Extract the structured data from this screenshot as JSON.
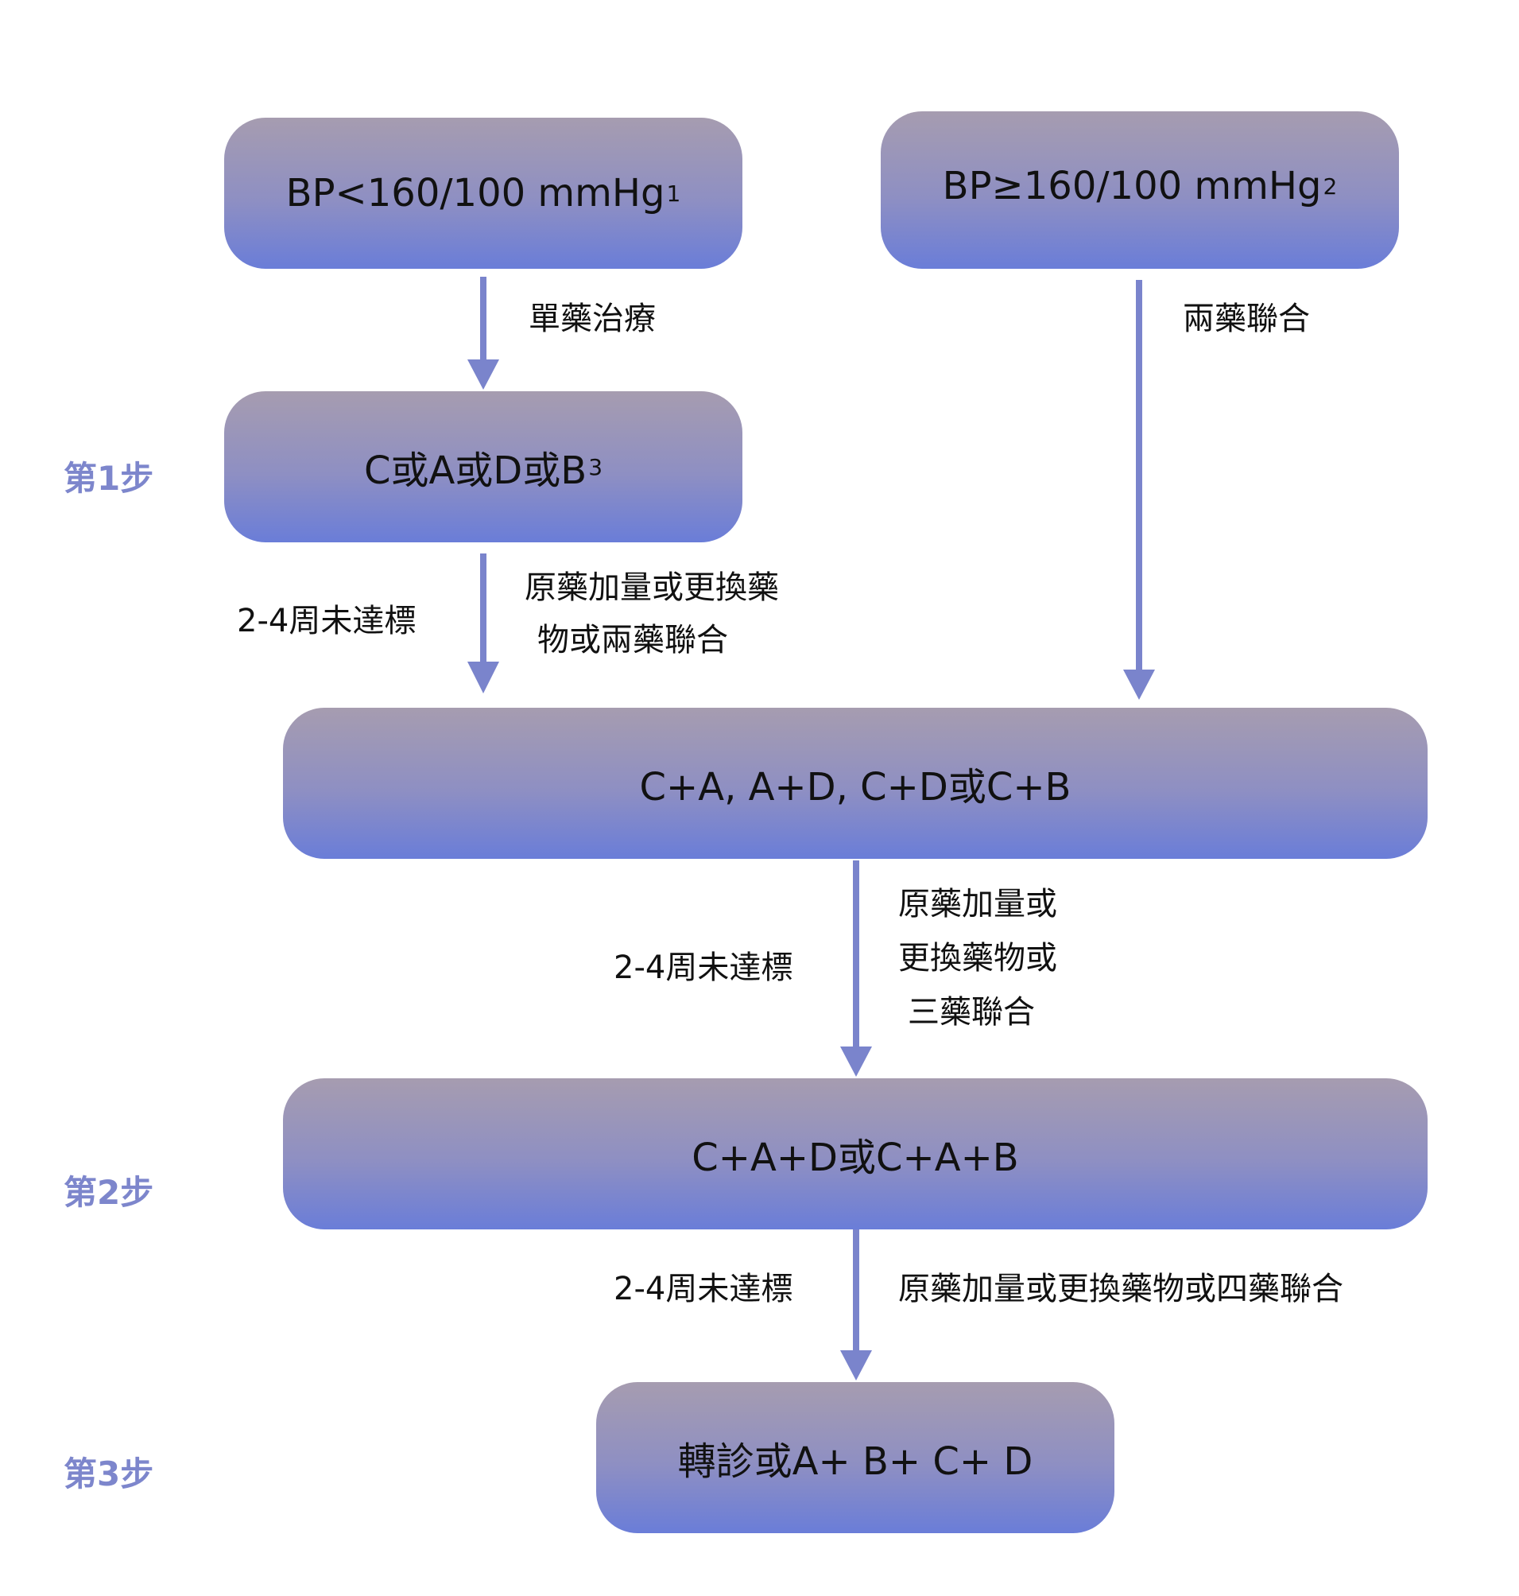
{
  "boxes": {
    "bp_low": {
      "text": "BP<160/100 mmHg",
      "sup": "1"
    },
    "bp_high": {
      "text": "BP≥160/100 mmHg",
      "sup": "2"
    },
    "step1_drug": {
      "text": "C或A或D或B",
      "sup": "3"
    },
    "two_drug": {
      "text": "C+A, A+D, C+D或C+B"
    },
    "three_drug": {
      "text": "C+A+D或C+A+B"
    },
    "referral": {
      "text": "轉診或A+ B+ C+ D"
    }
  },
  "labels": {
    "monotherapy": "單藥治療",
    "dual_combo": "兩藥聯合",
    "not_reached_1": "2-4周未達標",
    "adjust_1_line1": "原藥加量或更換藥",
    "adjust_1_line2": "物或兩藥聯合",
    "not_reached_2": "2-4周未達標",
    "adjust_2_line1": "原藥加量或",
    "adjust_2_line2": "更換藥物或",
    "adjust_2_line3": "三藥聯合",
    "not_reached_3": "2-4周未達標",
    "adjust_3": "原藥加量或更換藥物或四藥聯合"
  },
  "steps": {
    "step1": "第1步",
    "step2": "第2步",
    "step3": "第3步"
  },
  "colors": {
    "arrow": "#7a84cc",
    "step_label": "#7d86cc",
    "box_top": "#a69cb0",
    "box_bottom": "#6a7dd8"
  }
}
